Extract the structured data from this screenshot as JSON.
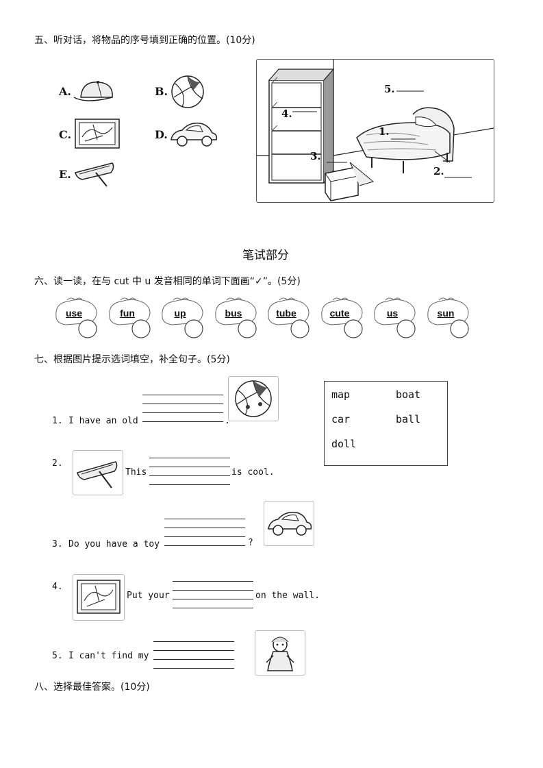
{
  "section5": {
    "heading": "五、听对话，将物品的序号填到正确的位置。(10分)",
    "options": [
      {
        "label": "A.",
        "icon": "cap-icon"
      },
      {
        "label": "B.",
        "icon": "ball-icon"
      },
      {
        "label": "C.",
        "icon": "map-icon"
      },
      {
        "label": "D.",
        "icon": "car-icon"
      },
      {
        "label": "E.",
        "icon": "boat-icon"
      }
    ],
    "room_labels": [
      "1.",
      "2.",
      "3.",
      "4.",
      "5."
    ]
  },
  "written_title": "笔试部分",
  "section6": {
    "heading": "六、读一读，在与 cut 中 u 发音相同的单词下面画“✓”。(5分)",
    "words": [
      "use",
      "fun",
      "up",
      "bus",
      "tube",
      "cute",
      "us",
      "sun"
    ]
  },
  "section7": {
    "heading": "七、根据图片提示选词填空，补全句子。(5分)",
    "word_box": [
      "map",
      "boat",
      "car",
      "ball",
      "doll"
    ],
    "items": [
      {
        "num": "1.",
        "before": "I have an old",
        "after": "."
      },
      {
        "num": "2.",
        "before": "This",
        "after": "is cool."
      },
      {
        "num": "3.",
        "before": "Do you have a toy",
        "after": "?"
      },
      {
        "num": "4.",
        "before": "Put your",
        "after": "on the wall."
      },
      {
        "num": "5.",
        "before": "I can't find my",
        "after": ""
      }
    ]
  },
  "section8": {
    "heading": "八、选择最佳答案。(10分)"
  }
}
